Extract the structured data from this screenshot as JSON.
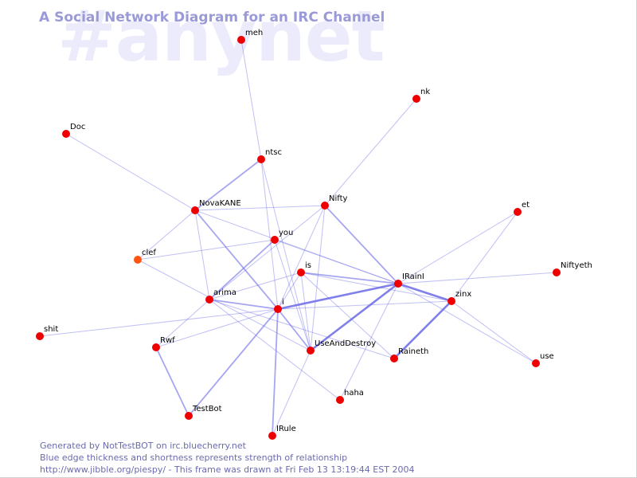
{
  "watermark": "#anynet",
  "title": "A Social Network Diagram for an IRC Channel",
  "footer": {
    "line1": "Generated by NotTestBOT on irc.bluecherry.net",
    "line2": "Blue edge thickness and shortness represents strength of relationship",
    "line3": "http://www.jibble.org/piespy/ - This frame was drawn at Fri Feb 13 13:19:44 EST 2004"
  },
  "colors": {
    "node": "#ee0000",
    "node_recent": "#ff5511",
    "edge": "#6a6ae8",
    "title": "#9a9ad8",
    "watermark": "#ebebfb"
  },
  "nodes": [
    {
      "id": "meh",
      "label": "meh"
    },
    {
      "id": "nk",
      "label": "nk"
    },
    {
      "id": "Doc",
      "label": "Doc"
    },
    {
      "id": "ntsc",
      "label": "ntsc"
    },
    {
      "id": "NovaKANE",
      "label": "NovaKANE"
    },
    {
      "id": "Nifty",
      "label": "Nifty"
    },
    {
      "id": "et",
      "label": "et"
    },
    {
      "id": "you",
      "label": "you"
    },
    {
      "id": "clef",
      "label": "clef"
    },
    {
      "id": "is",
      "label": "is"
    },
    {
      "id": "IRainI",
      "label": "IRainI"
    },
    {
      "id": "Niftyeth",
      "label": "Niftyeth"
    },
    {
      "id": "arima",
      "label": "arima"
    },
    {
      "id": "zinx",
      "label": "zinx"
    },
    {
      "id": "i",
      "label": "i"
    },
    {
      "id": "shit",
      "label": "shit"
    },
    {
      "id": "Rwf",
      "label": "Rwf"
    },
    {
      "id": "UseAndDestroy",
      "label": "UseAndDestroy"
    },
    {
      "id": "Raineth",
      "label": "Raineth"
    },
    {
      "id": "use",
      "label": "use"
    },
    {
      "id": "haha",
      "label": "haha"
    },
    {
      "id": "TestBot",
      "label": "TestBot"
    },
    {
      "id": "IRule",
      "label": "IRule"
    }
  ],
  "edges": [
    {
      "a": "meh",
      "b": "ntsc",
      "w": 1
    },
    {
      "a": "nk",
      "b": "Nifty",
      "w": 1
    },
    {
      "a": "Doc",
      "b": "NovaKANE",
      "w": 1
    },
    {
      "a": "ntsc",
      "b": "NovaKANE",
      "w": 2
    },
    {
      "a": "ntsc",
      "b": "UseAndDestroy",
      "w": 1
    },
    {
      "a": "ntsc",
      "b": "i",
      "w": 1
    },
    {
      "a": "NovaKANE",
      "b": "Nifty",
      "w": 1
    },
    {
      "a": "NovaKANE",
      "b": "clef",
      "w": 1
    },
    {
      "a": "NovaKANE",
      "b": "i",
      "w": 2
    },
    {
      "a": "NovaKANE",
      "b": "IRainI",
      "w": 1
    },
    {
      "a": "NovaKANE",
      "b": "arima",
      "w": 1
    },
    {
      "a": "Nifty",
      "b": "IRainI",
      "w": 2
    },
    {
      "a": "Nifty",
      "b": "UseAndDestroy",
      "w": 1
    },
    {
      "a": "Nifty",
      "b": "i",
      "w": 1
    },
    {
      "a": "Nifty",
      "b": "arima",
      "w": 1
    },
    {
      "a": "you",
      "b": "clef",
      "w": 1
    },
    {
      "a": "you",
      "b": "arima",
      "w": 2
    },
    {
      "a": "you",
      "b": "UseAndDestroy",
      "w": 1
    },
    {
      "a": "you",
      "b": "IRainI",
      "w": 1
    },
    {
      "a": "clef",
      "b": "UseAndDestroy",
      "w": 1
    },
    {
      "a": "is",
      "b": "IRainI",
      "w": 2
    },
    {
      "a": "is",
      "b": "arima",
      "w": 1
    },
    {
      "a": "is",
      "b": "i",
      "w": 1
    },
    {
      "a": "is",
      "b": "zinx",
      "w": 1
    },
    {
      "a": "is",
      "b": "Raineth",
      "w": 1
    },
    {
      "a": "is",
      "b": "UseAndDestroy",
      "w": 1
    },
    {
      "a": "IRainI",
      "b": "i",
      "w": 3
    },
    {
      "a": "IRainI",
      "b": "zinx",
      "w": 3
    },
    {
      "a": "IRainI",
      "b": "UseAndDestroy",
      "w": 3
    },
    {
      "a": "IRainI",
      "b": "Niftyeth",
      "w": 1
    },
    {
      "a": "IRainI",
      "b": "et",
      "w": 1
    },
    {
      "a": "IRainI",
      "b": "haha",
      "w": 1
    },
    {
      "a": "IRainI",
      "b": "use",
      "w": 1
    },
    {
      "a": "arima",
      "b": "i",
      "w": 2
    },
    {
      "a": "arima",
      "b": "Rwf",
      "w": 1
    },
    {
      "a": "arima",
      "b": "Raineth",
      "w": 1
    },
    {
      "a": "arima",
      "b": "haha",
      "w": 1
    },
    {
      "a": "zinx",
      "b": "i",
      "w": 1
    },
    {
      "a": "zinx",
      "b": "Raineth",
      "w": 3
    },
    {
      "a": "zinx",
      "b": "et",
      "w": 1
    },
    {
      "a": "zinx",
      "b": "use",
      "w": 1
    },
    {
      "a": "i",
      "b": "shit",
      "w": 1
    },
    {
      "a": "i",
      "b": "Rwf",
      "w": 1
    },
    {
      "a": "i",
      "b": "TestBot",
      "w": 2
    },
    {
      "a": "i",
      "b": "UseAndDestroy",
      "w": 2
    },
    {
      "a": "i",
      "b": "IRule",
      "w": 2
    },
    {
      "a": "Rwf",
      "b": "TestBot",
      "w": 2
    },
    {
      "a": "UseAndDestroy",
      "b": "IRule",
      "w": 1
    }
  ]
}
